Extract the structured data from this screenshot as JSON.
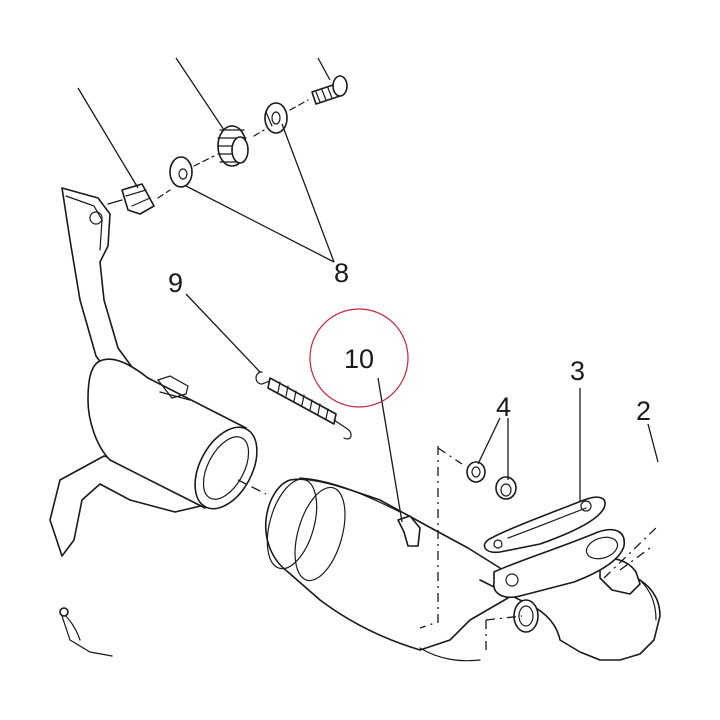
{
  "callouts": {
    "c2": "2",
    "c3": "3",
    "c4": "4",
    "c8": "8",
    "c9": "9",
    "c10": "10"
  },
  "highlight": {
    "target": "10",
    "color": "#c9243f"
  },
  "line_color": "#1a1a1a",
  "background": "#ffffff"
}
